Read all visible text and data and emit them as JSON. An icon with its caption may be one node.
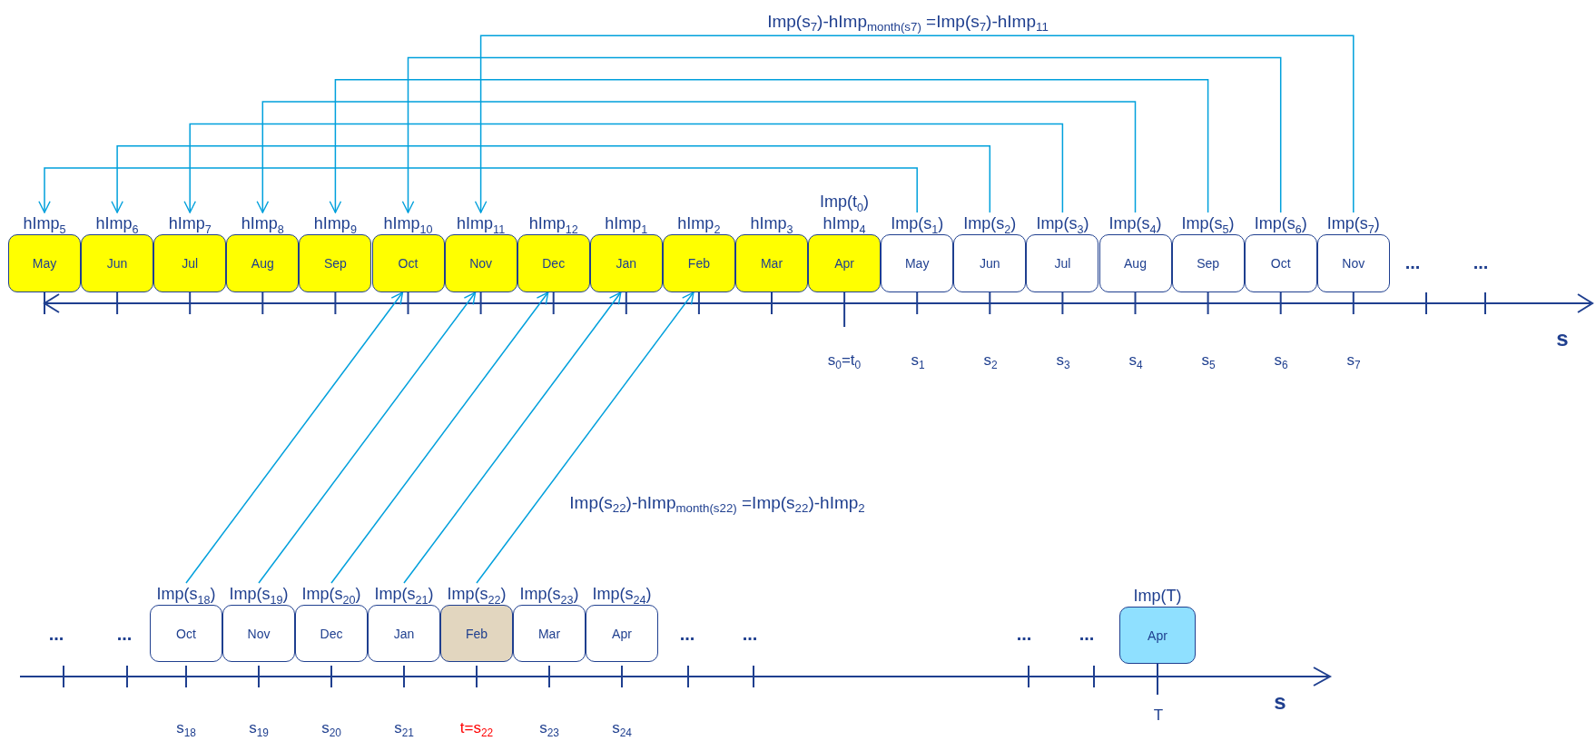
{
  "diagram": {
    "nodes": [
      {
        "text": [
          "hImp$_{5}$",
          "May"
        ]
      },
      {
        "text": [
          "hImp$_{6}$",
          "Jun"
        ]
      },
      {
        "text": [
          "hImp$_{7}$",
          "Jul"
        ]
      },
      {
        "text": [
          "hImp$_{8}$",
          "Aug"
        ]
      },
      {
        "text": [
          "hImp$_{9}$",
          "Sep"
        ]
      },
      {
        "text": [
          "hImp$_{10}$",
          "Oct"
        ]
      },
      {
        "text": [
          "hImp$_{11}$",
          "Nov"
        ]
      },
      {
        "text": [
          "hImp$_{12}$",
          "Dec"
        ]
      },
      {
        "text": [
          "hImp$_{1}$",
          "Jan"
        ]
      },
      {
        "text": [
          "hImp$_{2}$",
          "Feb"
        ]
      },
      {
        "text": [
          "hImp$_{3}$",
          "Mar"
        ]
      },
      {
        "text": [
          "Imp(t$_{0}$)",
          "hImp$_{4}$",
          "Apr"
        ]
      },
      {
        "text": [
          "Imp(s$_{1}$)",
          "May"
        ]
      },
      {
        "text": [
          "Imp(s$_{2}$)",
          "Jun"
        ]
      },
      {
        "text": [
          "Imp(s$_{3}$)",
          "Jul"
        ]
      },
      {
        "text": [
          "Imp(s$_{4}$)",
          "Aug"
        ]
      },
      {
        "text": [
          "Imp(s$_{5}$)",
          "Sep"
        ]
      },
      {
        "text": [
          "Imp(s$_{6}$)",
          "Oct"
        ]
      },
      {
        "text": [
          "Imp(s$_{7}$)",
          "Nov"
        ]
      },
      {
        "text": [
          "Imp(s$_{18}$)",
          "Oct"
        ]
      },
      {
        "text": [
          "Imp(s$_{19}$)",
          "Nov"
        ]
      },
      {
        "text": [
          "Imp(s$_{20}$)",
          "Dec"
        ]
      },
      {
        "text": [
          "Imp(s$_{21}$)",
          "Jan"
        ]
      },
      {
        "text": [
          "Imp(s$_{22}$)",
          "Feb"
        ]
      },
      {
        "text": [
          "Imp(s$_{23}$)",
          "Mar"
        ]
      },
      {
        "text": [
          "Imp(s$_{24}$)",
          "Apr"
        ]
      },
      {
        "text": [
          "Imp(T)",
          "Apr"
        ]
      }
    ],
    "edges": [
      {
        "from": 12,
        "to": 0,
        "arrow": "to"
      },
      {
        "from": 13,
        "to": 1,
        "arrow": "to"
      },
      {
        "from": 14,
        "to": 2,
        "arrow": "to"
      },
      {
        "from": 15,
        "to": 3,
        "arrow": "to"
      },
      {
        "from": 16,
        "to": 4,
        "arrow": "to"
      },
      {
        "from": 17,
        "to": 5,
        "arrow": "to"
      },
      {
        "from": 18,
        "to": 6,
        "arrow": "to"
      },
      {
        "from": 19,
        "to": 5,
        "arrow": "to"
      },
      {
        "from": 20,
        "to": 6,
        "arrow": "to"
      },
      {
        "from": 21,
        "to": 7,
        "arrow": "to"
      },
      {
        "from": 22,
        "to": 8,
        "arrow": "to"
      },
      {
        "from": 23,
        "to": 9,
        "arrow": "to"
      }
    ],
    "labels": [
      "Imp(s$_{7}$)-hImp$_{month(s7)}$ =Imp(s$_{7}$)-hImp$_{11}$",
      "...",
      "...",
      "s$_{0}$=t$_{0}$",
      "s$_{1}$",
      "s$_{2}$",
      "s$_{3}$",
      "s$_{4}$",
      "s$_{5}$",
      "s$_{6}$",
      "s$_{7}$",
      "s",
      "Imp(s$_{22}$)-hImp$_{month(s22)}$ =Imp(s$_{22}$)-hImp$_{2}$",
      "...",
      "...",
      "...",
      "...",
      "...",
      "...",
      "s$_{18}$",
      "s$_{19}$",
      "s$_{20}$",
      "s$_{21}$",
      "t=s$_{22}$",
      "s$_{23}$",
      "s$_{24}$",
      "T",
      "s"
    ]
  }
}
